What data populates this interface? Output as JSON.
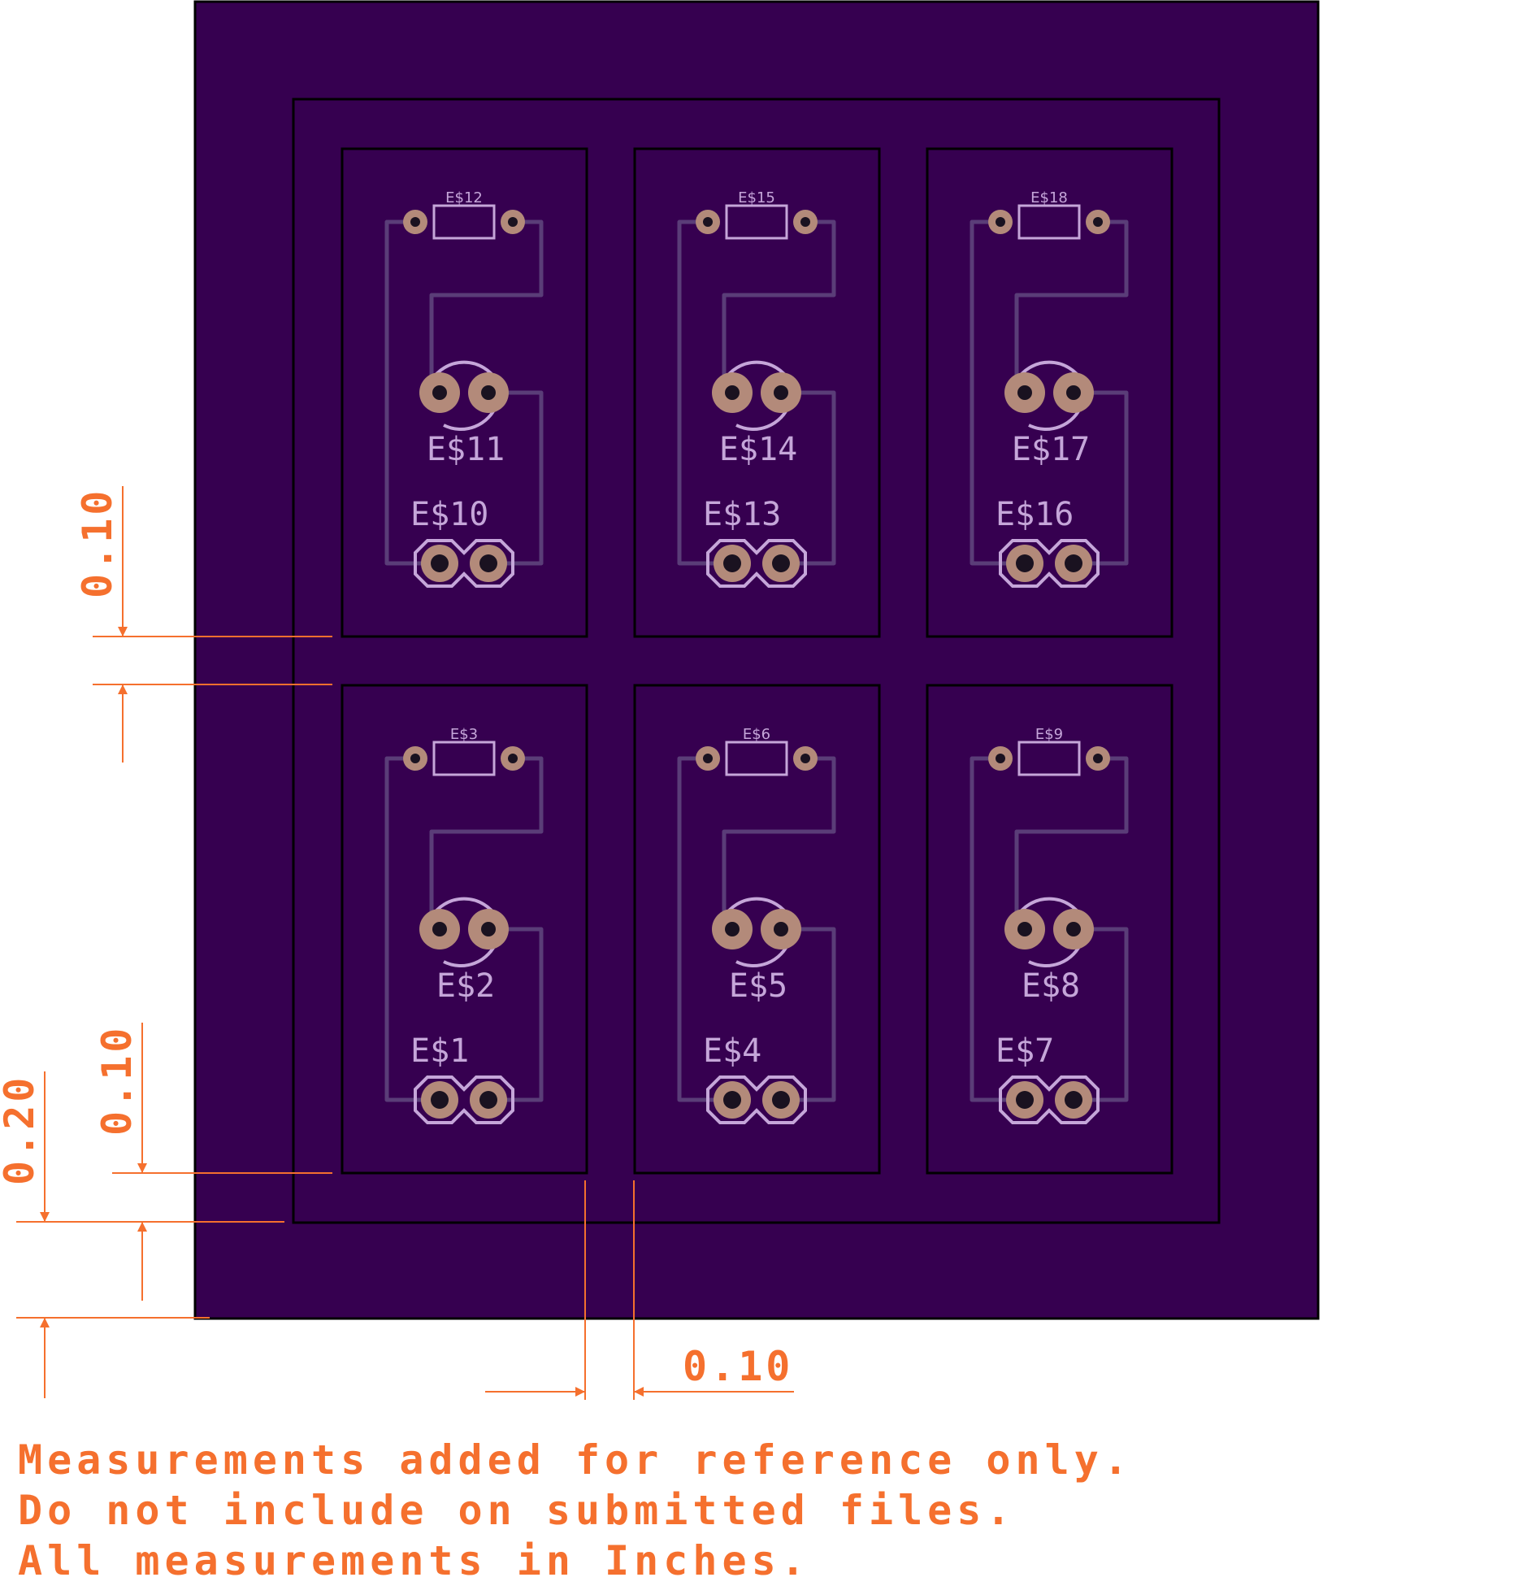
{
  "colors": {
    "board": "#360050",
    "outline": "#000000",
    "silk": "#c5a6d9",
    "trace": "#5a3d78",
    "pad": "#b38a7a",
    "hole": "#1a1220",
    "dimension": "#f5702e"
  },
  "panels": [
    {
      "top_resistor": "E$12",
      "middle_led": "E$11",
      "bottom_header": "E$10"
    },
    {
      "top_resistor": "E$15",
      "middle_led": "E$14",
      "bottom_header": "E$13"
    },
    {
      "top_resistor": "E$18",
      "middle_led": "E$17",
      "bottom_header": "E$16"
    },
    {
      "top_resistor": "E$3",
      "middle_led": "E$2",
      "bottom_header": "E$1"
    },
    {
      "top_resistor": "E$6",
      "middle_led": "E$5",
      "bottom_header": "E$4"
    },
    {
      "top_resistor": "E$9",
      "middle_led": "E$8",
      "bottom_header": "E$7"
    }
  ],
  "dimensions": {
    "gap_between_rows": "0.10",
    "panel_to_frame": "0.10",
    "frame_to_board_edge": "0.20",
    "gap_between_columns": "0.10"
  },
  "notes": [
    "Measurements added for reference only.",
    "Do not include on submitted files.",
    "All measurements in Inches."
  ]
}
